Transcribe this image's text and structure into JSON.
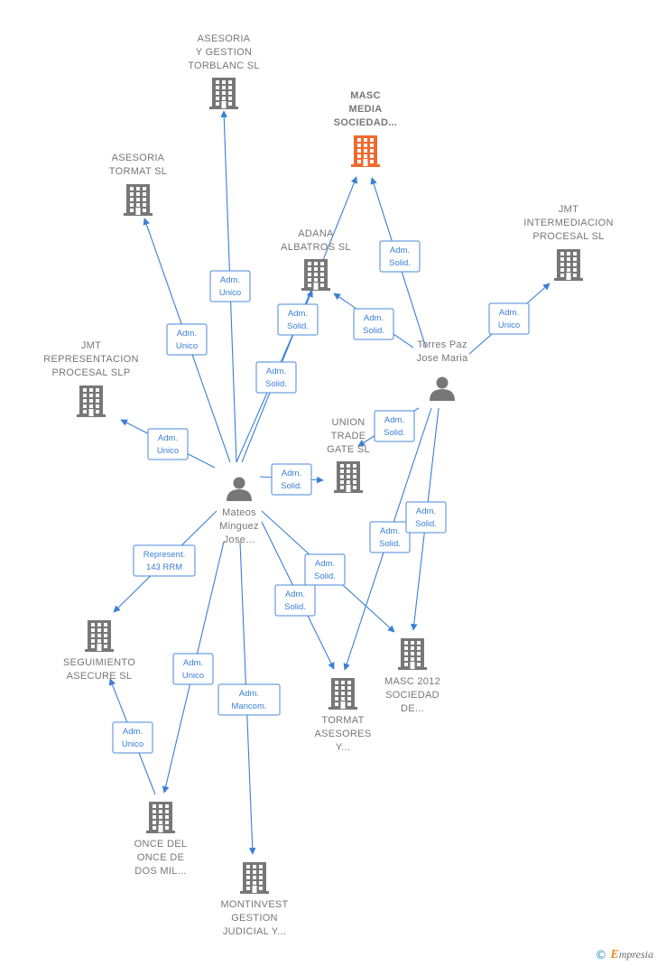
{
  "colors": {
    "edge": "#3a7fd5",
    "building": "#777777",
    "building_highlight": "#f06a30",
    "person": "#777777",
    "label": "#777777"
  },
  "nodes": [
    {
      "id": "torblanc",
      "type": "company",
      "lines": [
        "ASESORIA",
        "Y GESTION",
        "TORBLANC  SL"
      ]
    },
    {
      "id": "masc_media",
      "type": "company",
      "highlight": true,
      "lines": [
        "MASC",
        "MEDIA",
        "SOCIEDAD..."
      ]
    },
    {
      "id": "tormat_sl",
      "type": "company",
      "lines": [
        "ASESORIA",
        "TORMAT SL"
      ]
    },
    {
      "id": "adana",
      "type": "company",
      "lines": [
        "ADANA",
        "ALBATROS  SL"
      ]
    },
    {
      "id": "jmt_inter",
      "type": "company",
      "lines": [
        "JMT",
        "INTERMEDIACION",
        "PROCESAL  SL"
      ]
    },
    {
      "id": "jmt_rep",
      "type": "company",
      "lines": [
        "JMT",
        "REPRESENTACION",
        "PROCESAL  SLP"
      ]
    },
    {
      "id": "union",
      "type": "company",
      "lines": [
        "UNION",
        "TRADE",
        "GATE  SL"
      ]
    },
    {
      "id": "torres",
      "type": "person",
      "lines": [
        "Torres Paz",
        "Jose Maria"
      ]
    },
    {
      "id": "mateos",
      "type": "person",
      "lines": [
        "Mateos",
        "Minguez",
        "Jose..."
      ]
    },
    {
      "id": "seguimiento",
      "type": "company",
      "lines": [
        "SEGUIMIENTO",
        "ASECURE  SL"
      ]
    },
    {
      "id": "masc2012",
      "type": "company",
      "lines": [
        "MASC 2012",
        "SOCIEDAD",
        "DE..."
      ]
    },
    {
      "id": "tormat_asesores",
      "type": "company",
      "lines": [
        "TORMAT",
        "ASESORES",
        "Y..."
      ]
    },
    {
      "id": "once",
      "type": "company",
      "lines": [
        "ONCE DEL",
        "ONCE DE",
        "DOS MIL..."
      ]
    },
    {
      "id": "montinvest",
      "type": "company",
      "lines": [
        "MONTINVEST",
        "GESTION",
        "JUDICIAL Y..."
      ]
    }
  ],
  "edges": [
    {
      "from": "mateos",
      "to": "torblanc",
      "label": [
        "Adm.",
        "Unico"
      ]
    },
    {
      "from": "mateos",
      "to": "tormat_sl",
      "label": [
        "Adm.",
        "Unico"
      ]
    },
    {
      "from": "mateos",
      "to": "adana",
      "label": [
        "Adm.",
        "Solid."
      ]
    },
    {
      "from": "mateos",
      "to": "masc_media",
      "label": [
        "Adm.",
        "Solid."
      ]
    },
    {
      "from": "mateos",
      "to": "jmt_rep",
      "label": [
        "Adm.",
        "Unico"
      ]
    },
    {
      "from": "mateos",
      "to": "union",
      "label": [
        "Adm.",
        "Solid."
      ]
    },
    {
      "from": "mateos",
      "to": "seguimiento",
      "label": [
        "Represent.",
        "143 RRM"
      ]
    },
    {
      "from": "mateos",
      "to": "once",
      "label": [
        "Adm.",
        "Unico"
      ]
    },
    {
      "from": "mateos",
      "to": "montinvest",
      "label": [
        "Adm.",
        "Mancom."
      ]
    },
    {
      "from": "mateos",
      "to": "tormat_asesores",
      "label": [
        "Adm.",
        "Solid."
      ]
    },
    {
      "from": "mateos",
      "to": "masc2012",
      "label": [
        "Adm.",
        "Solid."
      ]
    },
    {
      "from": "torres",
      "to": "masc_media",
      "label": [
        "Adm.",
        "Solid."
      ]
    },
    {
      "from": "torres",
      "to": "adana",
      "label": [
        "Adm.",
        "Solid."
      ]
    },
    {
      "from": "torres",
      "to": "jmt_inter",
      "label": [
        "Adm.",
        "Unico"
      ]
    },
    {
      "from": "torres",
      "to": "union",
      "label": [
        "Adm.",
        "Solid."
      ]
    },
    {
      "from": "torres",
      "to": "tormat_asesores",
      "label": [
        "Adm.",
        "Solid."
      ]
    },
    {
      "from": "torres",
      "to": "masc2012",
      "label": [
        "Adm.",
        "Solid."
      ]
    },
    {
      "from": "once",
      "to": "seguimiento",
      "label": [
        "Adm.",
        "Unico"
      ]
    }
  ],
  "footer": {
    "copyright": "©",
    "brand_initial": "E",
    "brand_rest": "mpresia"
  }
}
